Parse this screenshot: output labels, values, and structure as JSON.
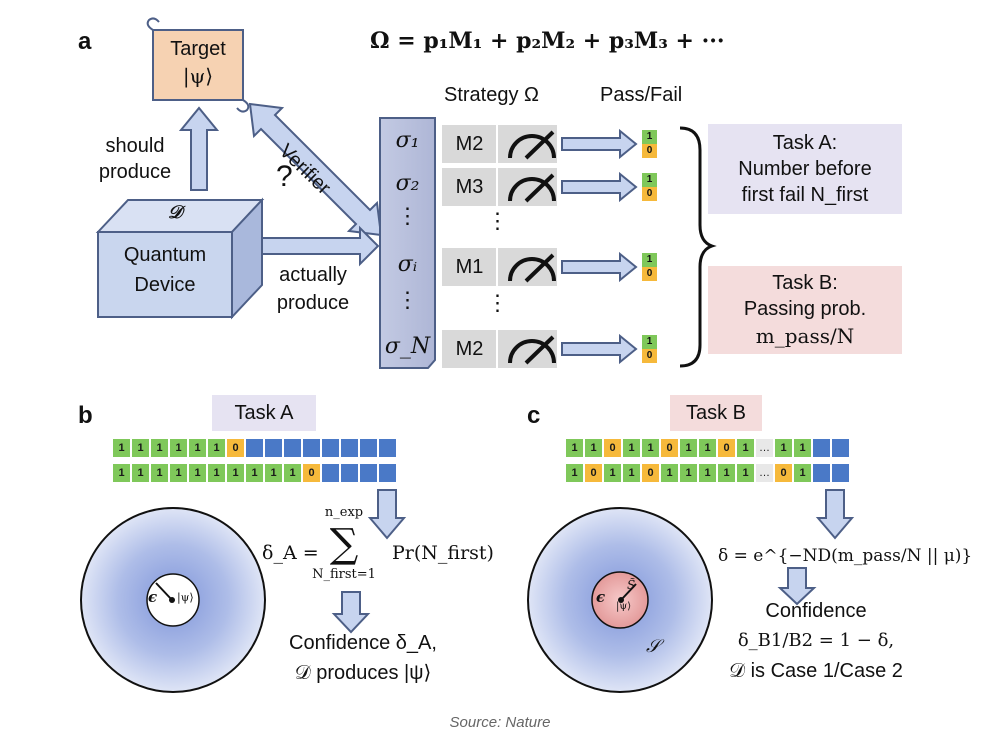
{
  "panel_a": {
    "label": "a",
    "equation": "Ω = p₁M₁ + p₂M₂ + p₃M₃ + ···",
    "target_title": "Target",
    "target_state": "|ψ⟩",
    "should_produce": [
      "should",
      "produce"
    ],
    "question_mark": "?",
    "verifier": "Verifier",
    "device_symbol": "𝒟",
    "device_name": [
      "Quantum",
      "Device"
    ],
    "actually_produce": [
      "actually",
      "produce"
    ],
    "strategy_header": "Strategy Ω",
    "passfail_header": "Pass/Fail",
    "states": [
      "σ₁",
      "σ₂",
      "⋮",
      "σᵢ",
      "⋮",
      "σ_N"
    ],
    "measurements": [
      {
        "label": "M2",
        "pass": "1",
        "fail": "0"
      },
      {
        "label": "M3",
        "pass": "1",
        "fail": "0"
      },
      {
        "label": "M1",
        "pass": "1",
        "fail": "0"
      },
      {
        "label": "M2",
        "pass": "1",
        "fail": "0"
      }
    ],
    "vdots": "⋮",
    "task_a": [
      "Task A:",
      "Number before",
      "first fail N_first"
    ],
    "task_b": [
      "Task B:",
      "Passing prob.",
      "m_pass/N"
    ]
  },
  "panel_b": {
    "label": "b",
    "title": "Task A",
    "row1": [
      "1",
      "1",
      "1",
      "1",
      "1",
      "1",
      "0",
      "",
      "",
      "",
      "",
      "",
      "",
      "",
      ""
    ],
    "row2": [
      "1",
      "1",
      "1",
      "1",
      "1",
      "1",
      "1",
      "1",
      "1",
      "1",
      "0",
      "",
      "",
      "",
      ""
    ],
    "formula_lhs": "δ_A =",
    "sum_upper": "n_exp",
    "sum_lower": "N_first=1",
    "sum_term": "Pr(N_first)",
    "epsilon": "ϵ",
    "psi": "|ψ⟩",
    "conclusion": [
      "Confidence δ_A,",
      "𝒟 produces |ψ⟩"
    ]
  },
  "panel_c": {
    "label": "c",
    "title": "Task B",
    "row1": [
      "1",
      "1",
      "0",
      "1",
      "1",
      "0",
      "1",
      "1",
      "0",
      "1",
      "…",
      "1",
      "1",
      "",
      ""
    ],
    "row2": [
      "1",
      "0",
      "1",
      "1",
      "0",
      "1",
      "1",
      "1",
      "1",
      "1",
      "…",
      "0",
      "1",
      "",
      ""
    ],
    "formula": "δ = e^{−ND(m_pass/N || μ)}",
    "epsilon": "ϵ",
    "s_tilde": "S̃",
    "psi": "|ψ⟩",
    "s_label": "𝒮",
    "conclusion": [
      "Confidence",
      "δ_B1/B2 = 1 − δ,",
      "𝒟 is Case 1/Case 2"
    ]
  },
  "source": "Source: Nature",
  "colors": {
    "target_fill": "#f6d2b2",
    "box_fill": "#c9d6ee",
    "box_stroke": "#4d5f87",
    "arrow_fill": "#c7d4ef",
    "task_a_bg": "#e6e3f2",
    "task_b_bg": "#f4dcdc",
    "bit_one": "#7fc85a",
    "bit_zero": "#f6b93b",
    "bit_blank": "#4a79c7"
  }
}
